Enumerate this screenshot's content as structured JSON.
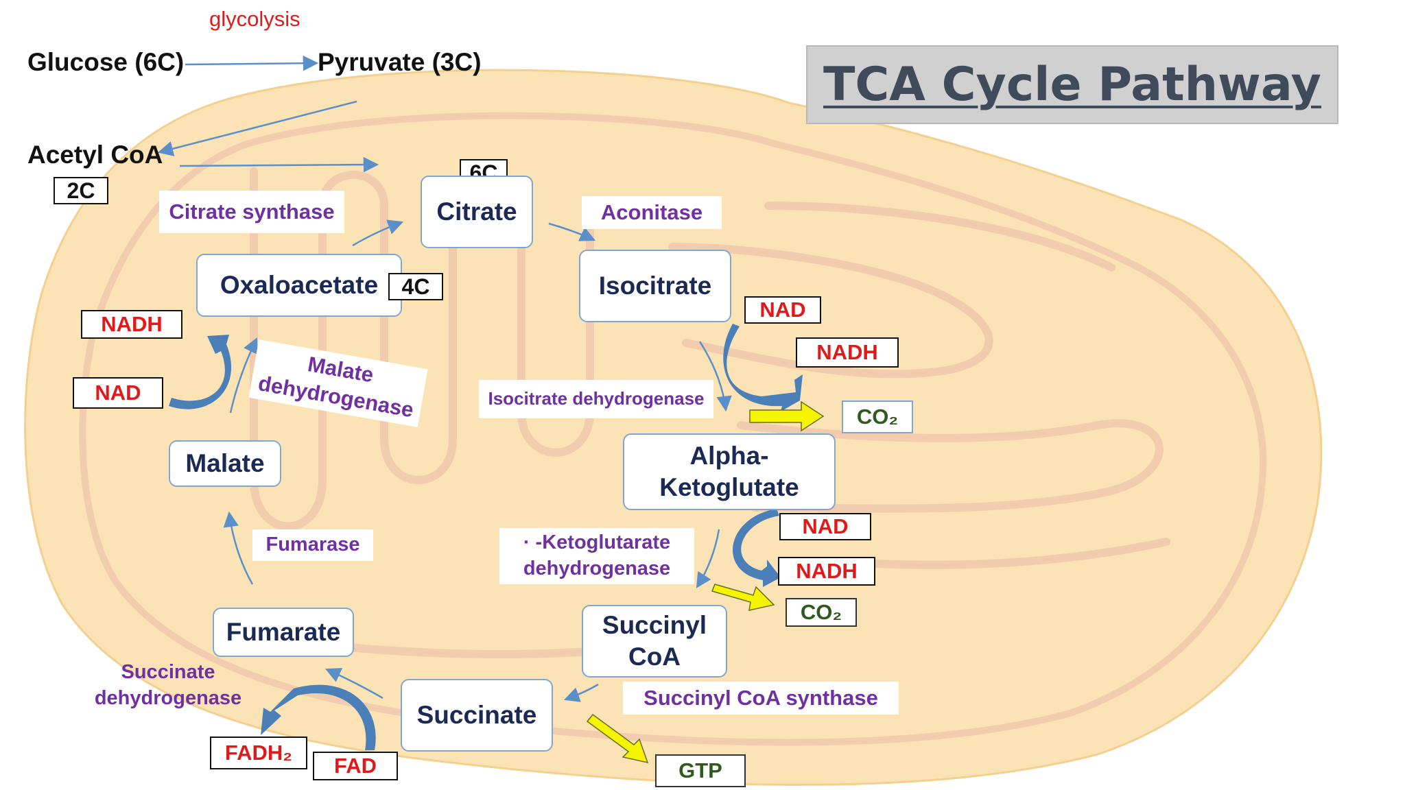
{
  "title": "TCA Cycle Pathway",
  "top": {
    "glycolysis": "glycolysis",
    "glucose": "Glucose (6C)",
    "pyruvate": "Pyruvate (3C)",
    "acetyl_coa": "Acetyl CoA",
    "acetyl_carbons": "2C"
  },
  "intermediates": {
    "citrate": "Citrate",
    "citrate_carbons": "6C",
    "isocitrate": "Isocitrate",
    "alpha_ketoglutarate": "Alpha-\nKetoglutate",
    "succinyl_coa": "Succinyl\nCoA",
    "succinate": "Succinate",
    "fumarate": "Fumarate",
    "malate": "Malate",
    "oxaloacetate": "Oxaloacetate",
    "oxaloacetate_carbons": "4C"
  },
  "enzymes": {
    "citrate_synthase": "Citrate synthase",
    "aconitase": "Aconitase",
    "isocitrate_dehydrogenase": "Isocitrate dehydrogenase",
    "ketoglutarate_dehydrogenase": "· -Ketoglutarate\ndehydrogenase",
    "succinyl_coa_synthase": "Succinyl CoA synthase",
    "succinate_dehydrogenase": "Succinate\ndehydrogenase",
    "fumarase": "Fumarase",
    "malate_dehydrogenase": "Malate\ndehydrogenase"
  },
  "cofactors": {
    "nad_1": "NAD",
    "nadh_1": "NADH",
    "co2_1": "CO₂",
    "nad_2": "NAD",
    "nadh_2": "NADH",
    "co2_2": "CO₂",
    "gtp": "GTP",
    "fadh2": "FADH₂",
    "fad": "FAD",
    "nadh_3": "NADH",
    "nad_3": "NAD"
  },
  "colors": {
    "mitochondria_fill": "#fbe3b5",
    "cristae": "#eab9a8",
    "node_border": "#7fa6cf",
    "node_text": "#1b2a55",
    "enzyme_text": "#7030a0",
    "cofactor_red": "#e01a1a",
    "co2_green": "#2f5a1e",
    "blue_arrow": "#4a7fb8",
    "yellow_arrow": "#f5f500",
    "glycolysis_red": "#e01a1a"
  }
}
